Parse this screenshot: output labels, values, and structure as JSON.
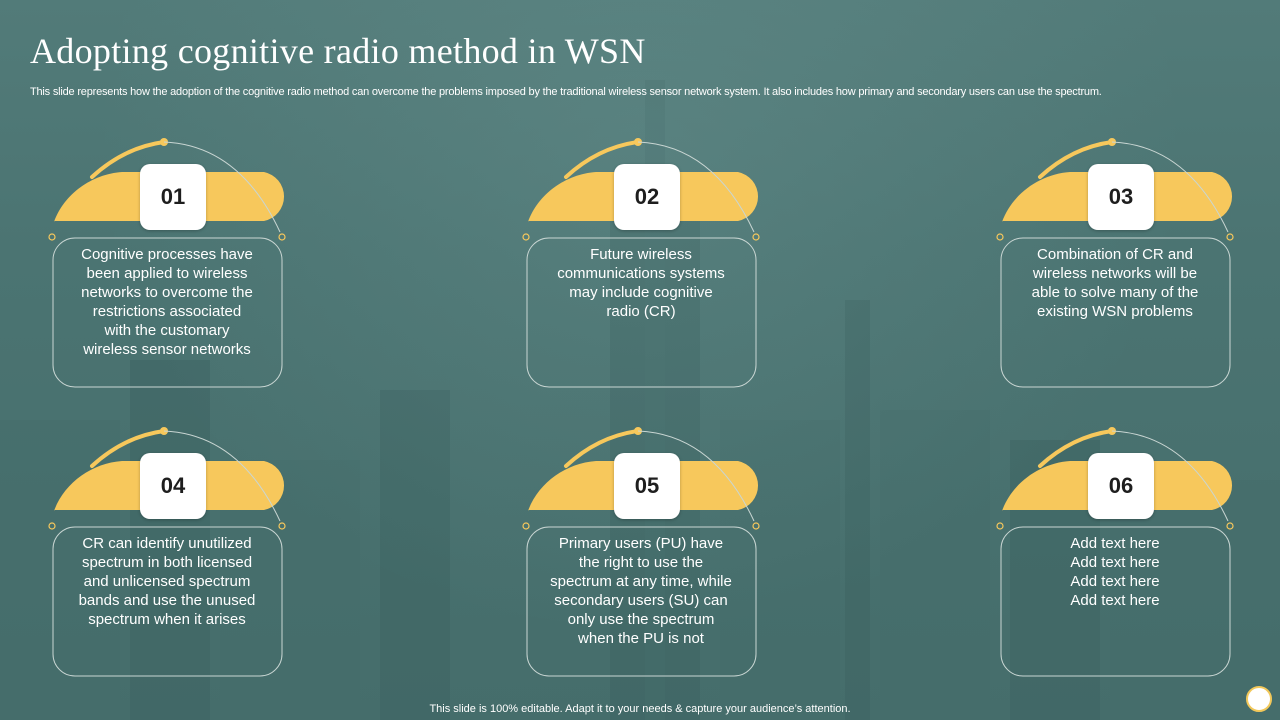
{
  "slide": {
    "title": "Adopting cognitive radio method in WSN",
    "subtitle": "This slide represents how the adoption of the cognitive radio method can overcome the problems imposed by the traditional wireless sensor network system. It also includes how primary and secondary users can use the spectrum.",
    "footer": "This slide is 100% editable. Adapt it to your needs & capture your audience’s attention."
  },
  "colors": {
    "accent": "#f7c85c",
    "background": "#4a7170",
    "outline": "#c9d6d3"
  },
  "cards": [
    {
      "number": "01",
      "text": "Cognitive processes have\nbeen applied to wireless\nnetworks to overcome the\nrestrictions associated\nwith the customary\nwireless sensor networks"
    },
    {
      "number": "02",
      "text": "Future wireless\ncommunications systems\nmay include cognitive\nradio (CR)"
    },
    {
      "number": "03",
      "text": "Combination of CR and\nwireless networks will be\nable to solve many of the\nexisting WSN problems"
    },
    {
      "number": "04",
      "text": "CR can identify unutilized\nspectrum in both licensed\nand unlicensed spectrum\nbands and use the unused\nspectrum when it arises"
    },
    {
      "number": "05",
      "text": "Primary users (PU) have\nthe right to use the\nspectrum at any time, while\nsecondary users (SU) can\nonly use the spectrum\nwhen the PU is not"
    },
    {
      "number": "06",
      "text": "Add text here\nAdd text here\nAdd text here\nAdd text here"
    }
  ]
}
